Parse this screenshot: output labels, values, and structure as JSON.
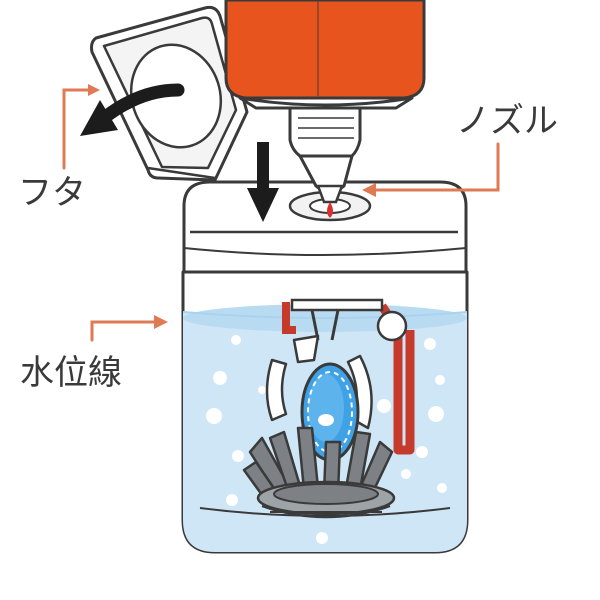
{
  "labels": {
    "lid": "フタ",
    "nozzle": "ノズル",
    "water_line": "水位線"
  },
  "colors": {
    "outline": "#3a3a3a",
    "leader": "#e07a55",
    "bottle": "#e8541e",
    "water": "#cfe6f6",
    "water_edge": "#a9d2ee",
    "lens": "#3fa2e6",
    "basket": "#7d8185",
    "holder": "#c63a2c",
    "drop": "#d8302e"
  },
  "icons": {
    "lid_open_arrow": "curved-arrow-left",
    "insert_arrow": "arrow-down"
  }
}
